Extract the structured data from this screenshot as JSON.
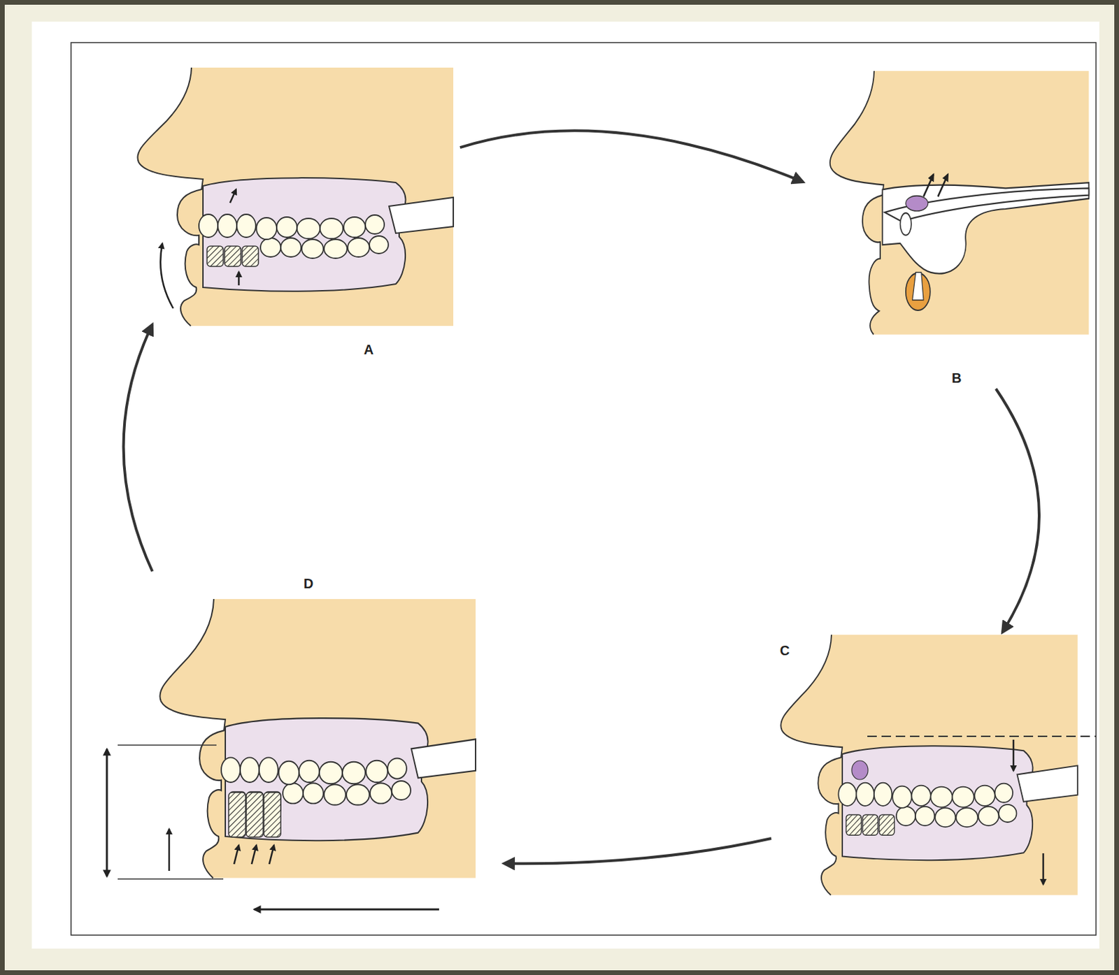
{
  "diagram": {
    "nodes": [
      {
        "text": [
          "A"
        ]
      },
      {
        "text": [
          "B"
        ]
      },
      {
        "text": [
          "C"
        ]
      },
      {
        "text": [
          "D"
        ]
      }
    ],
    "edges": [
      {
        "from": 0,
        "to": 1,
        "arrow": "to"
      },
      {
        "from": 1,
        "to": 2,
        "arrow": "to"
      },
      {
        "from": 2,
        "to": 3,
        "arrow": "to"
      },
      {
        "from": 3,
        "to": 0,
        "arrow": "to"
      }
    ]
  }
}
